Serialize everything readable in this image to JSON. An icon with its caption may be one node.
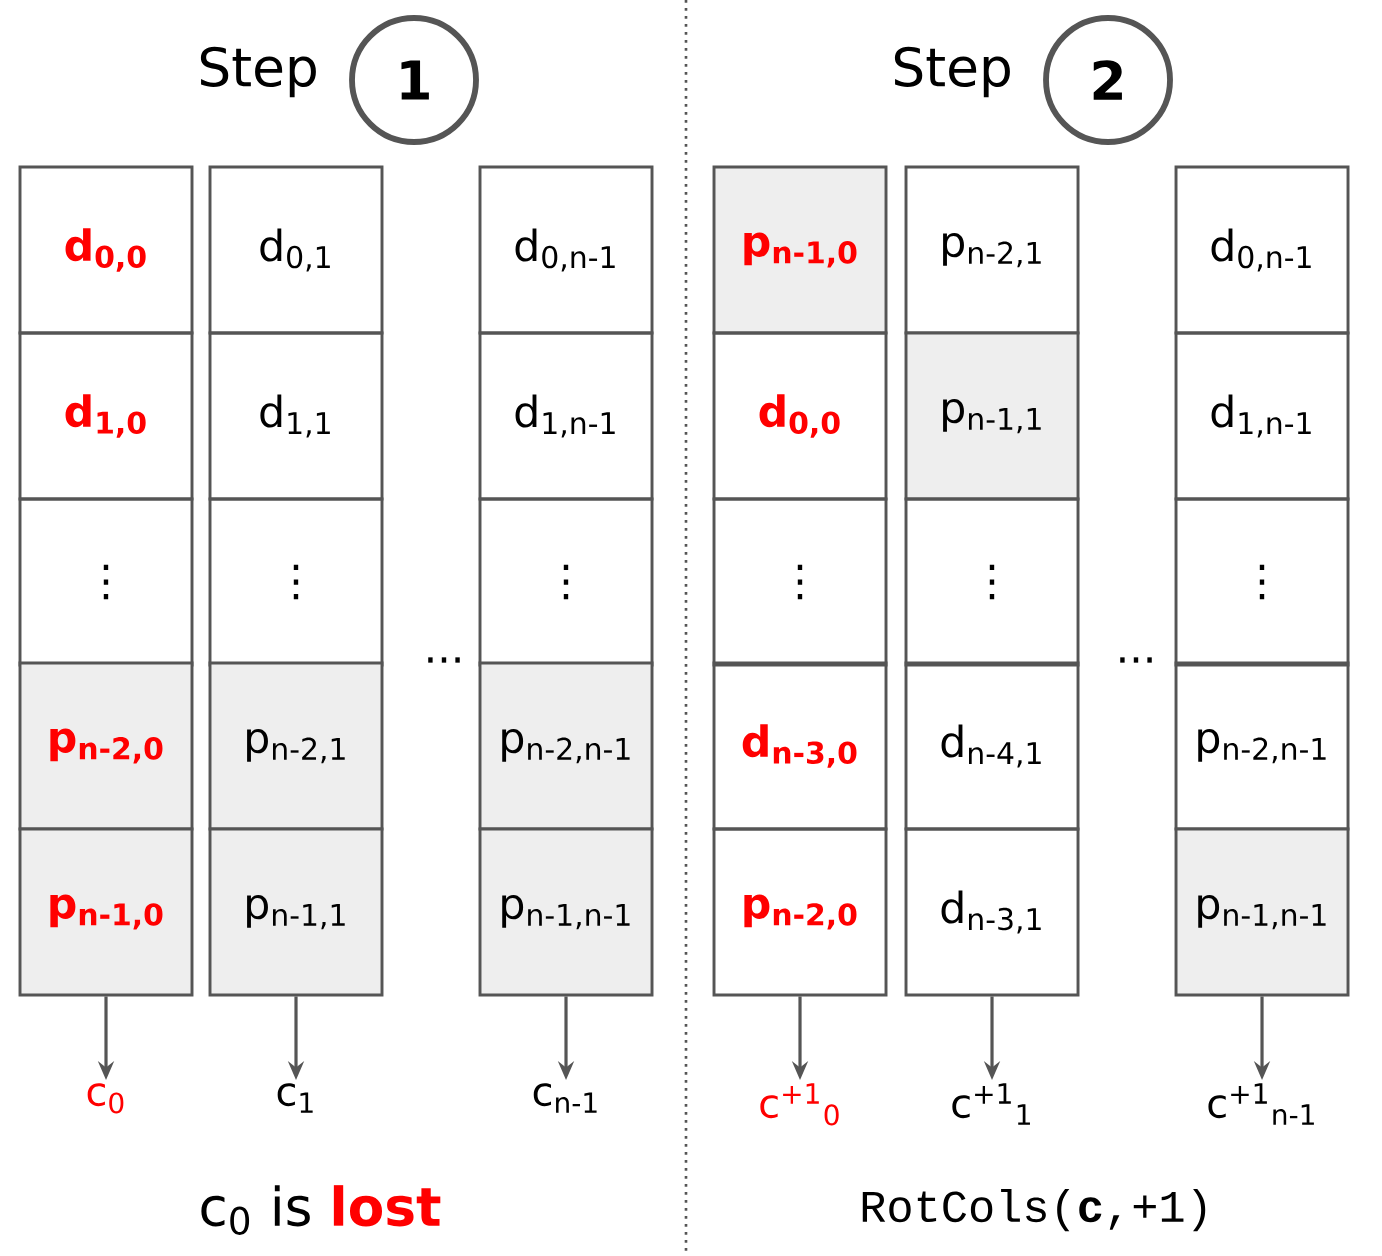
{
  "diagram": {
    "nodes": [
      {
        "text": [
          "1"
        ],
        "beside": [
          "Step"
        ]
      },
      {
        "text": [
          "d$_{0,0}$"
        ]
      },
      {
        "text": [
          "d$_{0,1}$"
        ]
      },
      {
        "text": [
          "d$_{0,n-1}$"
        ]
      },
      {
        "text": [
          "d$_{1,0}$"
        ]
      },
      {
        "text": [
          "d$_{1,1}$"
        ]
      },
      {
        "text": [
          "d$_{1,n-1}$"
        ]
      },
      {
        "text": [
          "⋮"
        ]
      },
      {
        "text": [
          "⋮"
        ]
      },
      {
        "text": [
          "⋮"
        ]
      },
      {
        "text": [
          "p$_{n-2,0}$"
        ]
      },
      {
        "text": [
          "p$_{n-2,1}$"
        ]
      },
      {
        "text": [
          "p$_{n-2,n-1}$"
        ]
      },
      {
        "text": [
          "p$_{n-1,0}$"
        ]
      },
      {
        "text": [
          "p$_{n-1,1}$"
        ]
      },
      {
        "text": [
          "p$_{n-1,n-1}$"
        ]
      },
      {
        "text": [
          "c$_{0}$"
        ]
      },
      {
        "text": [
          "c$_{1}$"
        ]
      },
      {
        "text": [
          "c$_{n-1}$"
        ]
      },
      {
        "text": [
          "2"
        ],
        "beside": [
          "Step"
        ]
      },
      {
        "text": [
          "p$_{n-1,0}$"
        ]
      },
      {
        "text": [
          "p$_{n-2,1}$"
        ]
      },
      {
        "text": [
          "d$_{0,n-1}$"
        ]
      },
      {
        "text": [
          "d$_{0,0}$"
        ]
      },
      {
        "text": [
          "p$_{n-1,1}$"
        ]
      },
      {
        "text": [
          "d$_{1,n-1}$"
        ]
      },
      {
        "text": [
          "⋮"
        ]
      },
      {
        "text": [
          "⋮"
        ]
      },
      {
        "text": [
          "⋮"
        ]
      },
      {
        "text": [
          "d$_{n-3,0}$"
        ]
      },
      {
        "text": [
          "d$_{n-4,1}$"
        ]
      },
      {
        "text": [
          "p$_{n-2,n-1}$"
        ]
      },
      {
        "text": [
          "p$_{n-2,0}$"
        ]
      },
      {
        "text": [
          "d$_{n-3,1}$"
        ]
      },
      {
        "text": [
          "p$_{n-1,n-1}$"
        ]
      },
      {
        "text": [
          "c$^{+1}$$_{0}$"
        ]
      },
      {
        "text": [
          "c$^{+1}$$_{1}$"
        ]
      },
      {
        "text": [
          "c$^{+1}$$_{n-1}$"
        ]
      }
    ],
    "edges": [
      {
        "from": 13,
        "to": 16,
        "arrow": "to"
      },
      {
        "from": 14,
        "to": 17,
        "arrow": "to"
      },
      {
        "from": 15,
        "to": 18,
        "arrow": "to"
      },
      {
        "from": 32,
        "to": 35,
        "arrow": "to"
      },
      {
        "from": 33,
        "to": 36,
        "arrow": "to"
      },
      {
        "from": 34,
        "to": 37,
        "arrow": "to"
      }
    ],
    "labels": [
      "...",
      "...",
      "c$_{0}$ is **lost**",
      "RotCols(**c**,+1)"
    ]
  }
}
